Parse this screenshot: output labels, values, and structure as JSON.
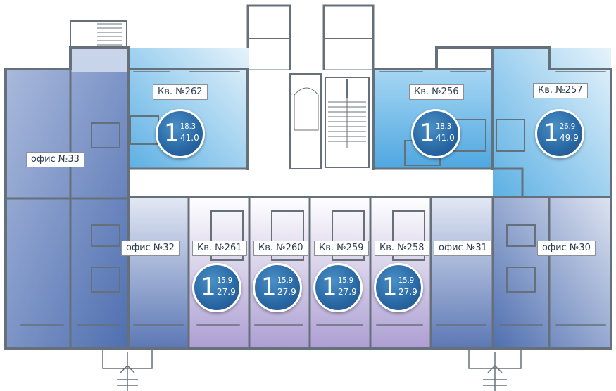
{
  "apartments": [
    {
      "label": "Кв. №262",
      "rooms": "1",
      "living_area": "18.3",
      "total_area": "41.0"
    },
    {
      "label": "Кв. №256",
      "rooms": "1",
      "living_area": "18.3",
      "total_area": "41.0"
    },
    {
      "label": "Кв. №257",
      "rooms": "1",
      "living_area": "26.9",
      "total_area": "49.9"
    },
    {
      "label": "Кв. №261",
      "rooms": "1",
      "living_area": "15.9",
      "total_area": "27.9"
    },
    {
      "label": "Кв. №260",
      "rooms": "1",
      "living_area": "15.9",
      "total_area": "27.9"
    },
    {
      "label": "Кв. №259",
      "rooms": "1",
      "living_area": "15.9",
      "total_area": "27.9"
    },
    {
      "label": "Кв. №258",
      "rooms": "1",
      "living_area": "15.9",
      "total_area": "27.9"
    }
  ],
  "offices": [
    {
      "label": "офис №33"
    },
    {
      "label": "офис №32"
    },
    {
      "label": "офис №31"
    },
    {
      "label": "офис №30"
    }
  ],
  "colors": {
    "wall": "#66707a",
    "office_fill": "#7f97c4",
    "apartment_blue": "#6fb6e4",
    "apartment_violet": "#b3a6d6",
    "corridor": "#ffffff",
    "badge": "#2a6aa6"
  }
}
